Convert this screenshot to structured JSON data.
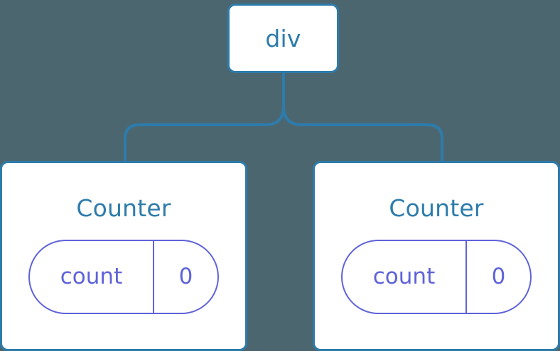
{
  "diagram": {
    "type": "component-tree",
    "background_color": "#4c6670",
    "node_border_color": "#2d7cab",
    "node_fill_color": "#ffffff",
    "label_color": "#2d7cab",
    "state_color": "#5f63d8",
    "connector_color": "#2d7cab"
  },
  "root": {
    "label": "div"
  },
  "children": [
    {
      "label": "Counter",
      "state": {
        "key": "count",
        "value": "0"
      }
    },
    {
      "label": "Counter",
      "state": {
        "key": "count",
        "value": "0"
      }
    }
  ]
}
